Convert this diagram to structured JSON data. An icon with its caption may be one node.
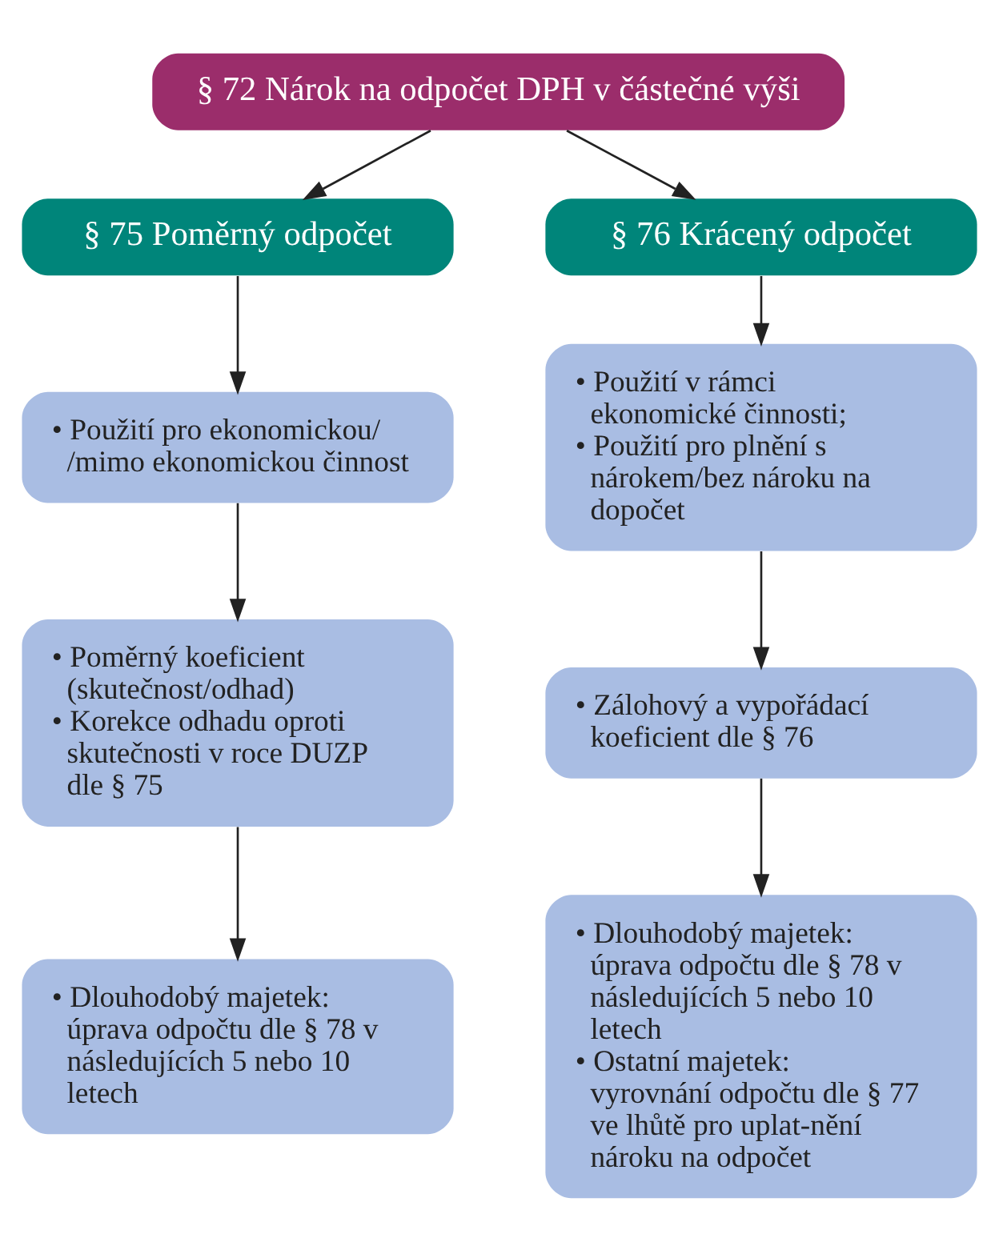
{
  "diagram": {
    "nodes": [
      {
        "text": [
          "§ 72 Nárok na odpočet DPH v částečné výši"
        ]
      },
      {
        "text": [
          "§ 75 Poměrný odpočet"
        ]
      },
      {
        "text": [
          "§ 76 Krácený odpočet"
        ]
      },
      {
        "text": [
          "• Použití pro ekonomickou/ /mimo ekonomickou činnost"
        ]
      },
      {
        "text": [
          "• Poměrný koeficient (skutečnost/odhad)",
          "• Korekce odhadu oproti skutečnosti v roce DUZP dle § 75"
        ]
      },
      {
        "text": [
          "• Dlouhodobý majetek: úprava odpočtu dle § 78 v následujících 5 nebo 10 letech"
        ]
      },
      {
        "text": [
          "• Použití v rámci ekonomické činnosti;",
          "• Použití pro plnění s nárokem/bez nároku na dopočet"
        ]
      },
      {
        "text": [
          "• Zálohový a vypořádací koeficient dle § 76"
        ]
      },
      {
        "text": [
          "• Dlouhodobý majetek: úprava odpočtu dle § 78 v následujících 5 nebo 10 letech",
          "• Ostatní majetek: vyrovnání odpočtu dle § 77 ve lhůtě pro uplat-nění nároku na odpočet"
        ]
      }
    ],
    "edges": [
      {
        "from": 0,
        "to": 1,
        "arrow": "to"
      },
      {
        "from": 0,
        "to": 2,
        "arrow": "to"
      },
      {
        "from": 1,
        "to": 3,
        "arrow": "to"
      },
      {
        "from": 3,
        "to": 4,
        "arrow": "to"
      },
      {
        "from": 4,
        "to": 5,
        "arrow": "to"
      },
      {
        "from": 2,
        "to": 6,
        "arrow": "to"
      },
      {
        "from": 6,
        "to": 7,
        "arrow": "to"
      },
      {
        "from": 7,
        "to": 8,
        "arrow": "to"
      }
    ]
  }
}
